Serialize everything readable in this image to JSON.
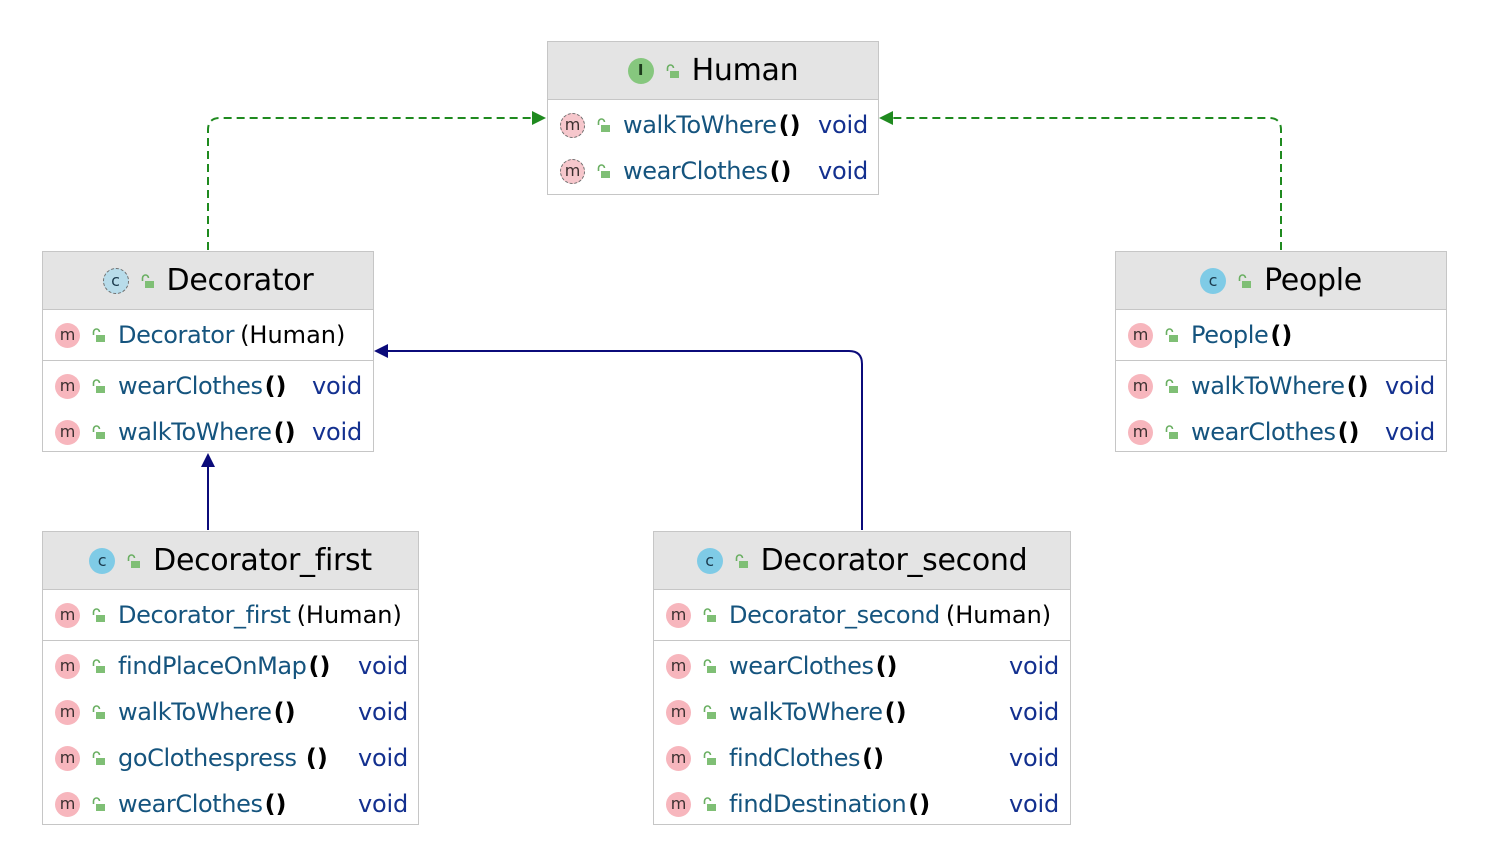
{
  "colors": {
    "implements_edge": "#1f7f1f",
    "extends_edge": "#0b0b7a",
    "method_name": "#15547e",
    "return_type": "#13308f",
    "header_bg": "#e4e4e4"
  },
  "icons": {
    "interface": "interface-icon",
    "class": "class-icon",
    "abstract_class": "abstract-class-icon",
    "method": "method-icon",
    "abstract_method": "abstract-method-icon",
    "visibility": "public-lock-icon"
  },
  "human": {
    "badge": "I",
    "name": "Human",
    "methods": [
      {
        "icon": "m",
        "name": "walkToWhere",
        "params": "()",
        "type": "void"
      },
      {
        "icon": "m",
        "name": "wearClothes",
        "params": "()",
        "type": "void"
      }
    ]
  },
  "decorator": {
    "badge": "c",
    "name": "Decorator",
    "constructor": {
      "icon": "m",
      "name": "Decorator",
      "params": "(Human)"
    },
    "methods": [
      {
        "icon": "m",
        "name": "wearClothes",
        "params": "()",
        "type": "void"
      },
      {
        "icon": "m",
        "name": "walkToWhere",
        "params": "()",
        "type": "void"
      }
    ]
  },
  "people": {
    "badge": "c",
    "name": "People",
    "constructor": {
      "icon": "m",
      "name": "People",
      "params": "()"
    },
    "methods": [
      {
        "icon": "m",
        "name": "walkToWhere",
        "params": "()",
        "type": "void"
      },
      {
        "icon": "m",
        "name": "wearClothes",
        "params": "()",
        "type": "void"
      }
    ]
  },
  "decorator_first": {
    "badge": "c",
    "name": "Decorator_first",
    "constructor": {
      "icon": "m",
      "name": "Decorator_first",
      "params": "(Human)"
    },
    "methods": [
      {
        "icon": "m",
        "name": "findPlaceOnMap",
        "params": "()",
        "type": "void"
      },
      {
        "icon": "m",
        "name": "walkToWhere",
        "params": "()",
        "type": "void"
      },
      {
        "icon": "m",
        "name": "goClothespress ",
        "params": "()",
        "type": "void"
      },
      {
        "icon": "m",
        "name": "wearClothes",
        "params": "()",
        "type": "void"
      }
    ]
  },
  "decorator_second": {
    "badge": "c",
    "name": "Decorator_second",
    "constructor": {
      "icon": "m",
      "name": "Decorator_second",
      "params": "(Human)"
    },
    "methods": [
      {
        "icon": "m",
        "name": "wearClothes",
        "params": "()",
        "type": "void"
      },
      {
        "icon": "m",
        "name": "walkToWhere",
        "params": "()",
        "type": "void"
      },
      {
        "icon": "m",
        "name": "findClothes",
        "params": "()",
        "type": "void"
      },
      {
        "icon": "m",
        "name": "findDestination",
        "params": "()",
        "type": "void"
      }
    ]
  }
}
